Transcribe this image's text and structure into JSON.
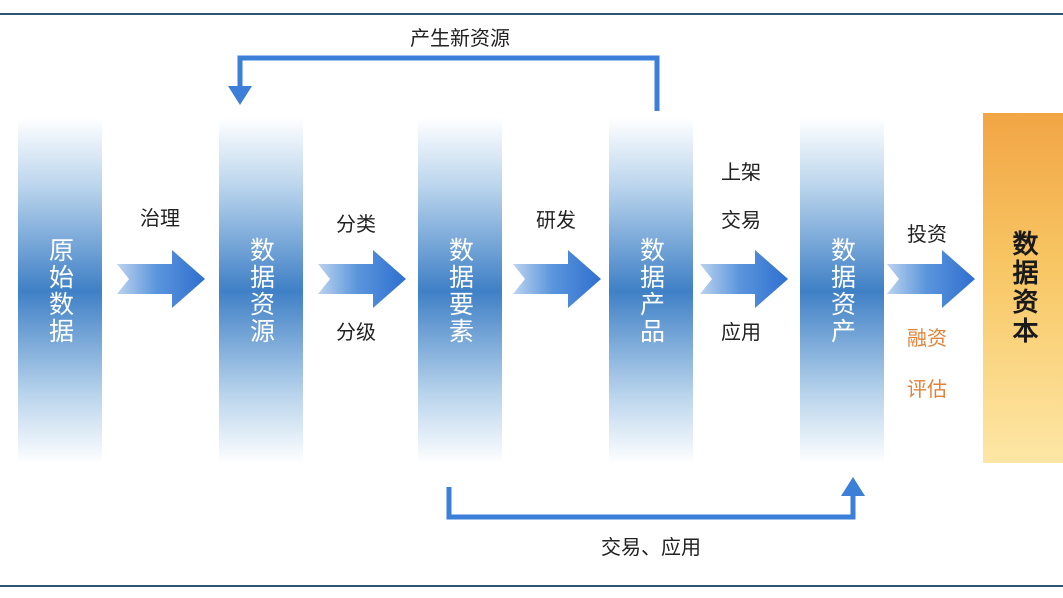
{
  "stages": [
    "原始数据",
    "数据资源",
    "数据要素",
    "数据产品",
    "数据资产"
  ],
  "final_stage": "数据资本",
  "transitions": {
    "t1": [
      "治理"
    ],
    "t2_top": [
      "分类"
    ],
    "t2_bottom": [
      "分级"
    ],
    "t3": [
      "研发"
    ],
    "t4_top": [
      "上架",
      "交易"
    ],
    "t4_bottom": [
      "应用"
    ],
    "t5_top": [
      "投资"
    ],
    "t5_bottom": [
      "融资",
      "评估"
    ]
  },
  "feedback_top": "产生新资源",
  "feedback_bottom": "交易、应用",
  "colors": {
    "blue": "#3f80c6",
    "arrow_blue": "#3b7fd9",
    "final_orange": "#f2a545",
    "label_orange": "#e0823a"
  }
}
